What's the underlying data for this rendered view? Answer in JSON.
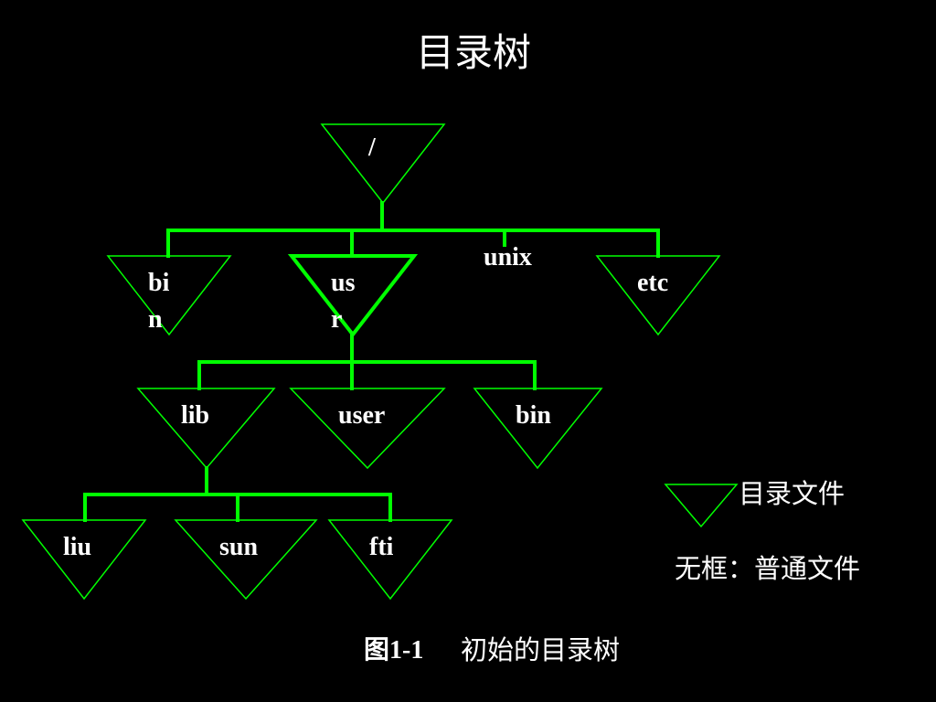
{
  "title": "目录树",
  "colors": {
    "background": "#000000",
    "connector": "#00ff00",
    "outline": "#00ff00",
    "text": "#ffffff"
  },
  "nodes": {
    "root": "/",
    "bin": [
      "bi",
      "n"
    ],
    "usr": [
      "us",
      "r"
    ],
    "unix": "unix",
    "etc": "etc",
    "lib": "lib",
    "user": "user",
    "bin2": "bin",
    "liu": "liu",
    "sun": "sun",
    "fti": "fti"
  },
  "legend": {
    "directory": "目录文件",
    "plain": "无框：普通文件"
  },
  "caption": {
    "figure": "图1-1",
    "text": "初始的目录树"
  }
}
